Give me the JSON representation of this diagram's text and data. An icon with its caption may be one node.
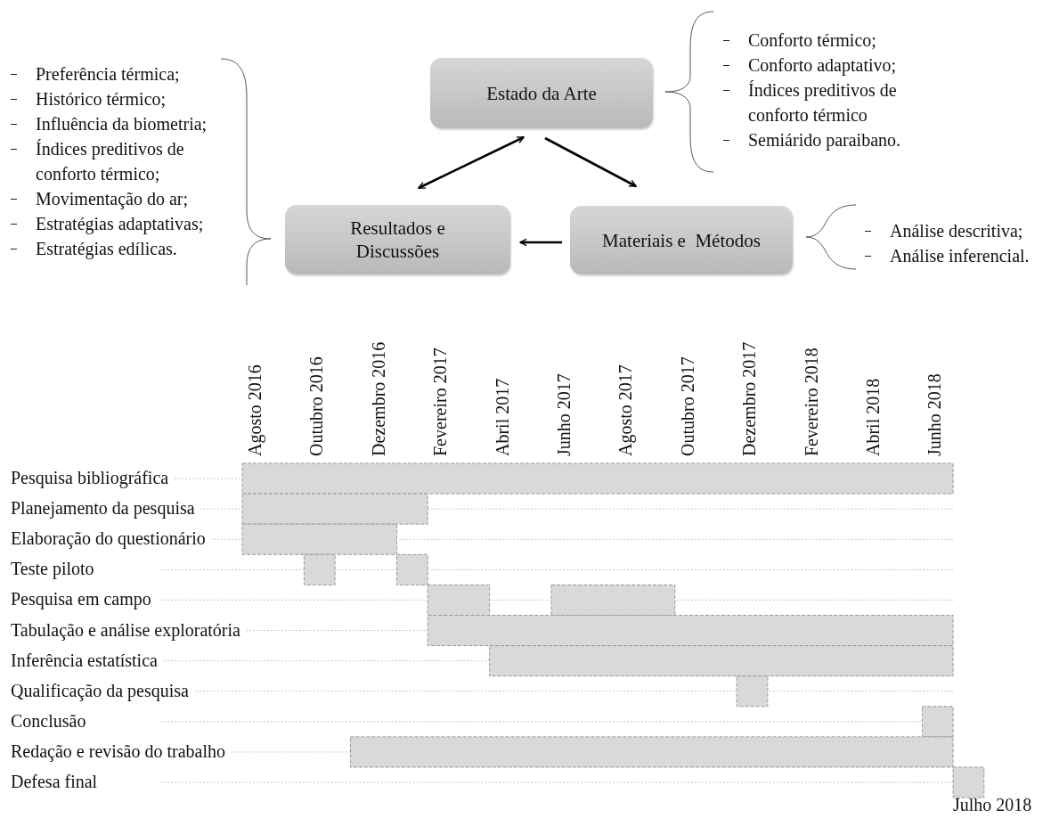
{
  "diagram": {
    "nodes": [
      {
        "text": [
          "Estado da Arte"
        ],
        "beside": [
          "Conforto térmico;",
          "Conforto adaptativo;",
          "Índices preditivos de conforto térmico",
          "Semiárido paraibano."
        ]
      },
      {
        "text": [
          "Resultados e Discussões"
        ],
        "beside": [
          "Preferência térmica;",
          "Histórico térmico;",
          "Influência da biometria;",
          "Índices preditivos de conforto térmico;",
          "Movimentação do ar;",
          "Estratégias adaptativas;",
          "Estratégias edílicas."
        ]
      },
      {
        "text": [
          "Materiais e  Métodos"
        ],
        "beside": [
          "Análise descritiva;",
          "Análise inferencial."
        ]
      }
    ],
    "edges": [
      {
        "from": 1,
        "to": 0,
        "arrow": "both"
      },
      {
        "from": 0,
        "to": 2,
        "arrow": "to"
      },
      {
        "from": 2,
        "to": 1,
        "arrow": "to"
      }
    ],
    "labels": [
      "Pesquisa bibliográfica",
      "Planejamento da pesquisa",
      "Elaboração do questionário",
      "Teste piloto",
      "Pesquisa em campo",
      "Tabulação e análise exploratória",
      "Inferência estatística",
      "Qualificação da pesquisa",
      "Conclusão",
      "Redação e revisão do trabalho",
      "Defesa final",
      "Agosto 2016",
      "Outubro 2016",
      "Dezembro 2016",
      "Fevereiro 2017",
      "Abril 2017",
      "Junho 2017",
      "Agosto 2017",
      "Outubro 2017",
      "Dezembro 2017",
      "Fevereiro 2018",
      "Abril 2018",
      "Junho 2018",
      "Julho 2018"
    ]
  }
}
